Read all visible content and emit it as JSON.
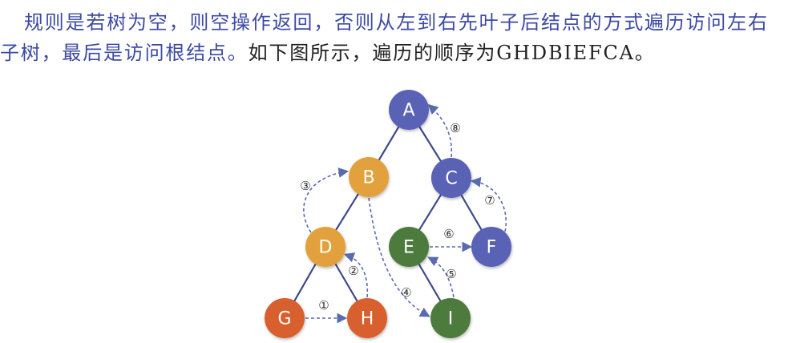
{
  "text": {
    "line1": "规则是若树为空，则空操作返回，否则从左到右先叶子后结点的方式遍历访问左右",
    "line2_blue": "子树，最后是访问根结点。",
    "line2_black": "如下图所示，遍历的顺序为GHDBIEFCA。"
  },
  "colors": {
    "text_blue": "#3d4aa3",
    "blue": "#5a62b5",
    "orange": "#e3a13c",
    "green": "#4e7a3c",
    "red": "#d8612f",
    "edge": "#3f4a8a",
    "arrow": "#5a6ab0"
  },
  "tree": {
    "nodes": [
      {
        "id": "A",
        "color": "blue"
      },
      {
        "id": "B",
        "color": "orange"
      },
      {
        "id": "C",
        "color": "blue"
      },
      {
        "id": "D",
        "color": "orange"
      },
      {
        "id": "E",
        "color": "green"
      },
      {
        "id": "F",
        "color": "blue"
      },
      {
        "id": "G",
        "color": "red"
      },
      {
        "id": "H",
        "color": "red"
      },
      {
        "id": "I",
        "color": "green"
      }
    ],
    "edges": [
      [
        "A",
        "B"
      ],
      [
        "A",
        "C"
      ],
      [
        "B",
        "D"
      ],
      [
        "C",
        "E"
      ],
      [
        "C",
        "F"
      ],
      [
        "D",
        "G"
      ],
      [
        "D",
        "H"
      ],
      [
        "E",
        "I"
      ]
    ],
    "steps": [
      {
        "label": "①",
        "from": "G",
        "to": "H"
      },
      {
        "label": "②",
        "from": "H",
        "to": "D"
      },
      {
        "label": "③",
        "from": "D",
        "to": "B"
      },
      {
        "label": "④",
        "from": "B",
        "to": "I"
      },
      {
        "label": "⑤",
        "from": "I",
        "to": "E"
      },
      {
        "label": "⑥",
        "from": "E",
        "to": "F"
      },
      {
        "label": "⑦",
        "from": "F",
        "to": "C"
      },
      {
        "label": "⑧",
        "from": "C",
        "to": "A"
      }
    ]
  }
}
